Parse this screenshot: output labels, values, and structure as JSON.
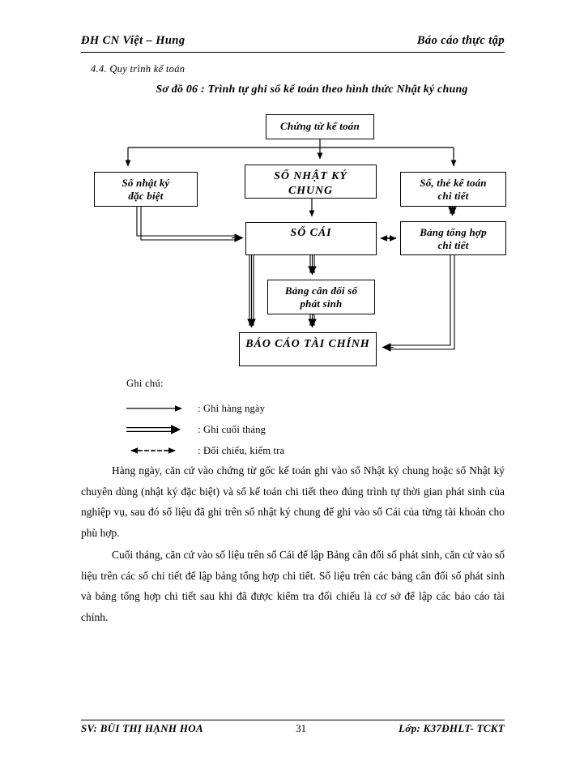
{
  "header": {
    "left": "ĐH  CN Việt – Hung",
    "right": "Báo cáo thực tập"
  },
  "section": {
    "number_title": "4.4. Quy trình kế toán",
    "diagram_title": "Sơ đồ 06 : Trình tự ghi sổ kế toán theo hình thức Nhật ký chung"
  },
  "diagram": {
    "nodes": {
      "chung_tu": "Chứng  từ kế toán",
      "so_nhat_ky_dac_biet": "Sổ nhật ký\nđặc biệt",
      "so_nhat_ky_chung": "SỔ NHẬT KÝ\nCHUNG",
      "so_the_ke_toan_chi_tiet": "Sổ, thẻ kế toán\nchi tiết",
      "so_cai": "SỔ CÁI",
      "bang_tong_hop_chi_tiet": "Bảng tổng hợp\nchi tiết",
      "bang_can_doi_so_phat_sinh": "Bảng cân đối số\nphát sinh",
      "bao_cao_tai_chinh": "BÁO CÁO TÀI CHÍNH"
    }
  },
  "legend": {
    "title": "Ghi chú:",
    "items": [
      {
        "symbol": "single-arrow",
        "label": ": Ghi hàng ngày"
      },
      {
        "symbol": "double-arrow",
        "label": ": Ghi cuối tháng"
      },
      {
        "symbol": "dashed-double-arrow",
        "label": ": Đối chiếu, kiểm tra"
      }
    ]
  },
  "body": {
    "paragraph_1": "Hàng ngày, căn cứ vào chứng từ gốc kế toán ghi vào sổ Nhật ký chung hoặc sổ Nhật ký chuyên dùng (nhật ký đặc biệt) và sổ kế toán chi tiết theo đúng trình tự thời gian phát sinh của nghiệp vụ, sau đó số liệu đã ghi trên sổ nhật ký chung để ghi vào sổ Cái của từng tài khoản cho phù hợp.",
    "paragraph_2": "Cuối tháng, căn cứ vào số liệu trên sổ Cái để lập Bảng cân đối số phát sinh, căn cứ vào số liệu trên các sổ chi tiết để lập bảng tổng hợp chi tiết. Số liệu trên các bảng cân đối số phát sinh và bảng tổng hợp chi tiết sau khi đã được kiểm tra đối chiếu là cơ sở để lập các báo cáo tài chính."
  },
  "footer": {
    "left": "SV: BÙI THỊ HẠNH HOA",
    "page_number": "31",
    "right": "Lớp: K37ĐHLT- TCKT"
  }
}
